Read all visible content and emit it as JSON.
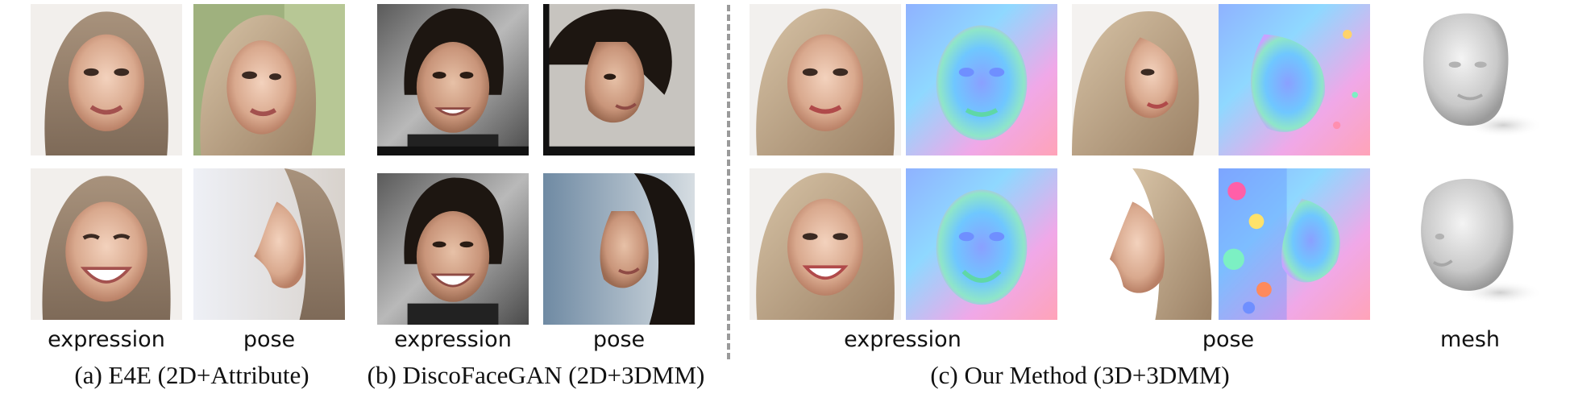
{
  "figure": {
    "panels": [
      {
        "caption": "(a) E4E (2D+Attribute)",
        "labels": [
          "expression",
          "pose"
        ]
      },
      {
        "caption": "(b) DiscoFaceGAN (2D+3DMM)",
        "labels": [
          "expression",
          "pose"
        ]
      },
      {
        "caption": "(c) Our Method (3D+3DMM)",
        "labels": [
          "expression",
          "pose",
          "mesh"
        ]
      }
    ]
  }
}
